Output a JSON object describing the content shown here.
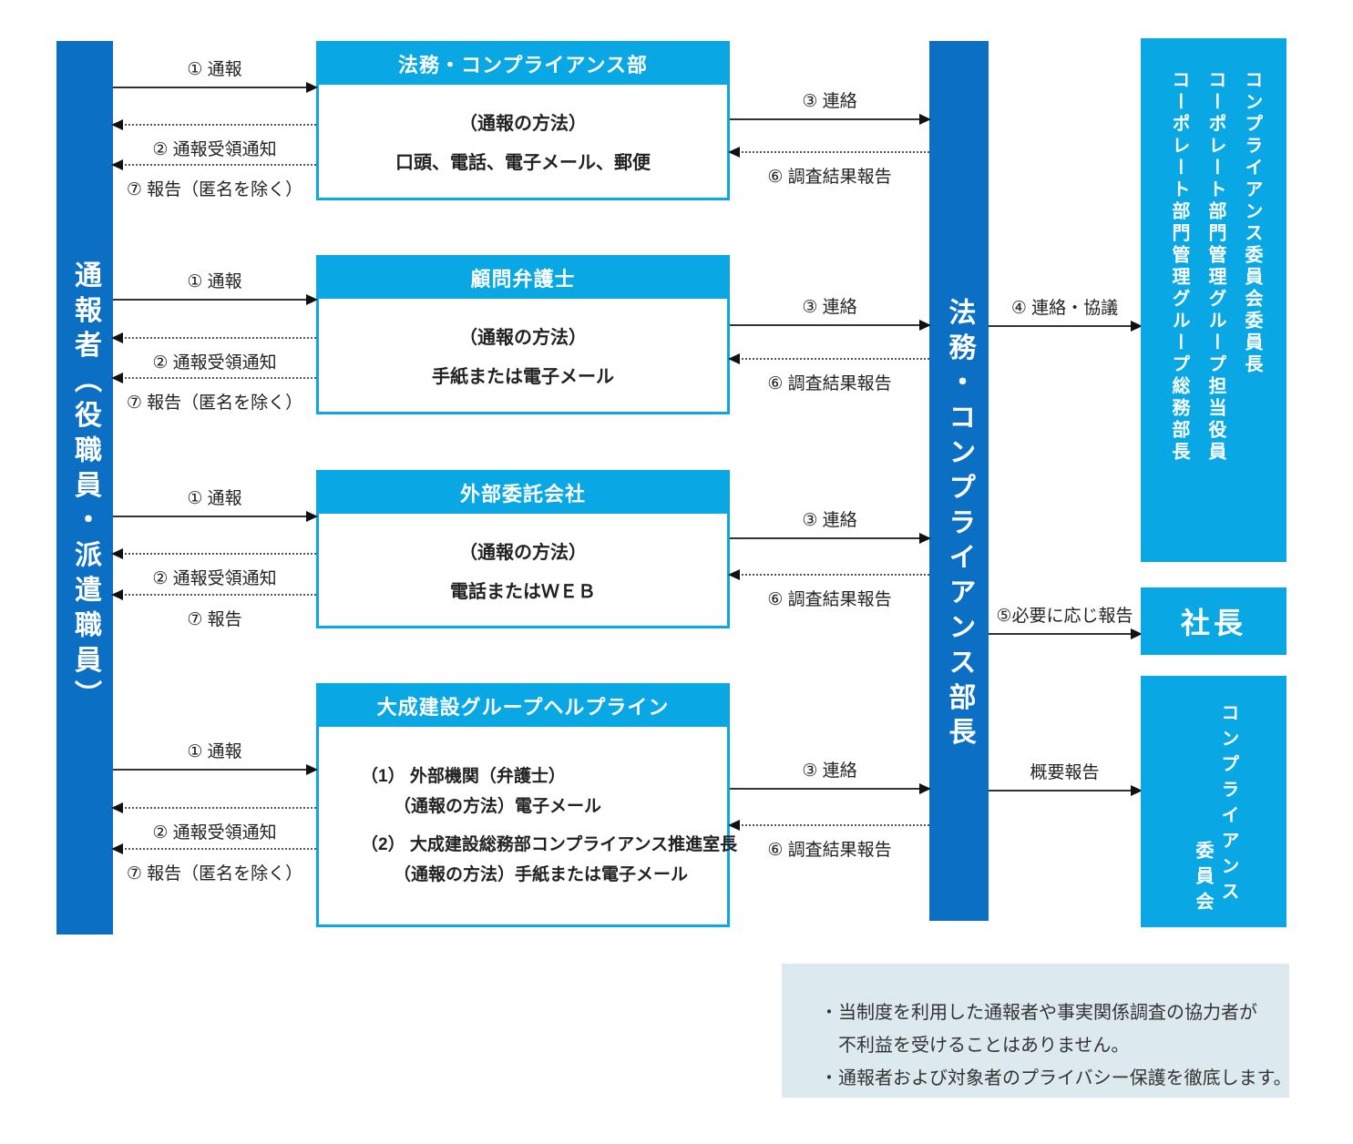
{
  "palette": {
    "bar_blue": "#0b6fc3",
    "accent_cyan": "#09a8e4",
    "note_background": "#dce9ef",
    "line_color": "#333333"
  },
  "reporter_bar": {
    "label": "通報者（役職員・派遣職員）"
  },
  "manager_bar": {
    "label": "法務・コンプライアンス部長"
  },
  "channels": [
    {
      "title": "法務・コンプライアンス部",
      "lines": [
        "（通報の方法）",
        "口頭、電話、電子メール、郵便"
      ],
      "arrows": {
        "report": "① 通報",
        "receipt": "② 通報受領通知",
        "feedback": "⑦ 報告（匿名を除く）",
        "contact": "③ 連絡",
        "result": "⑥ 調査結果報告"
      }
    },
    {
      "title": "顧問弁護士",
      "lines": [
        "（通報の方法）",
        "手紙または電子メール"
      ],
      "arrows": {
        "report": "① 通報",
        "receipt": "② 通報受領通知",
        "feedback": "⑦ 報告（匿名を除く）",
        "contact": "③ 連絡",
        "result": "⑥ 調査結果報告"
      }
    },
    {
      "title": "外部委託会社",
      "lines": [
        "（通報の方法）",
        "電話またはＷＥＢ"
      ],
      "arrows": {
        "report": "① 通報",
        "receipt": "② 通報受領通知",
        "feedback": "⑦ 報告",
        "contact": "③ 連絡",
        "result": "⑥ 調査結果報告"
      }
    },
    {
      "title": "大成建設グループヘルプライン",
      "items": [
        {
          "line1": "（1） 外部機関（弁護士）",
          "line2": "（通報の方法）電子メール"
        },
        {
          "line1": "（2） 大成建設総務部コンプライアンス推進室長",
          "line2": "（通報の方法）手紙または電子メール"
        }
      ],
      "arrows": {
        "report": "① 通報",
        "receipt": "② 通報受領通知",
        "feedback": "⑦ 報告（匿名を除く）",
        "contact": "③ 連絡",
        "result": "⑥ 調査結果報告"
      }
    }
  ],
  "downstream": {
    "consult": "④ 連絡・協議",
    "president_report": "⑤必要に応じ報告",
    "summary_report": "概要報告"
  },
  "right_panel": {
    "management_box": {
      "columns": [
        "コンプライアンス委員会委員長",
        "コーポレート部門管理グループ担当役員",
        "コーポレート部門管理グループ総務部長"
      ]
    },
    "president_box": {
      "label": "社長"
    },
    "committee_box": {
      "columns": [
        "コンプライアンス",
        "委員会"
      ]
    }
  },
  "note": {
    "lines": [
      "・当制度を利用した通報者や事実関係調査の協力者が",
      "　不利益を受けることはありません。",
      "・通報者および対象者のプライバシー保護を徹底します。"
    ]
  }
}
